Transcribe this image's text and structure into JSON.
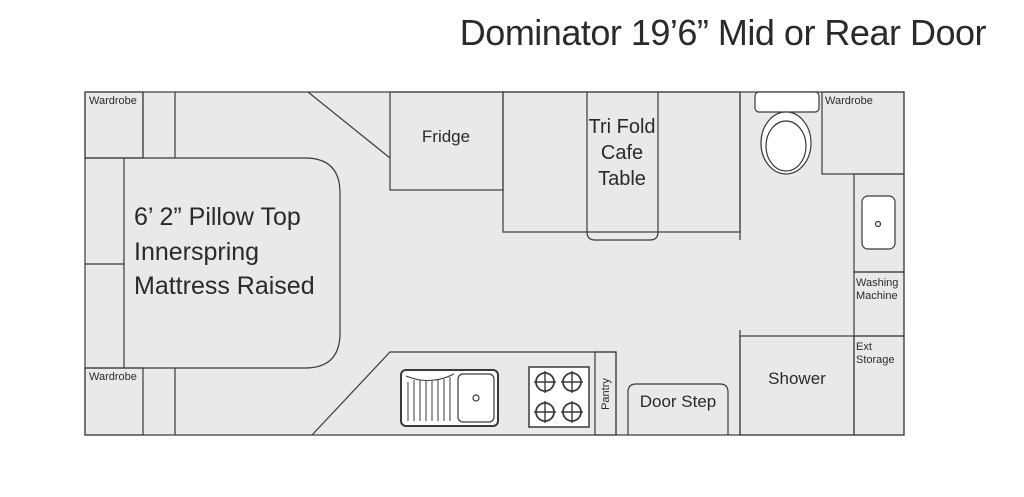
{
  "title": "Dominator 19’6” Mid or Rear Door",
  "labels": {
    "wardrobe_top_left": "Wardrobe",
    "wardrobe_bottom_left": "Wardrobe",
    "wardrobe_top_right": "Wardrobe",
    "fridge": "Fridge",
    "table_line1": "Tri Fold",
    "table_line2": "Cafe",
    "table_line3": "Table",
    "bed_line1": "6’ 2” Pillow Top",
    "bed_line2": "Innerspring",
    "bed_line3": "Mattress Raised",
    "washing_line1": "Washing",
    "washing_line2": "Machine",
    "storage_line1": "Ext",
    "storage_line2": "Storage",
    "shower": "Shower",
    "door_step": "Door Step",
    "pantry": "Pantry"
  },
  "colors": {
    "floor": "#e9e9ea",
    "line": "#3a3a3a",
    "text": "#2a2a2a",
    "fixture": "#ffffff"
  }
}
